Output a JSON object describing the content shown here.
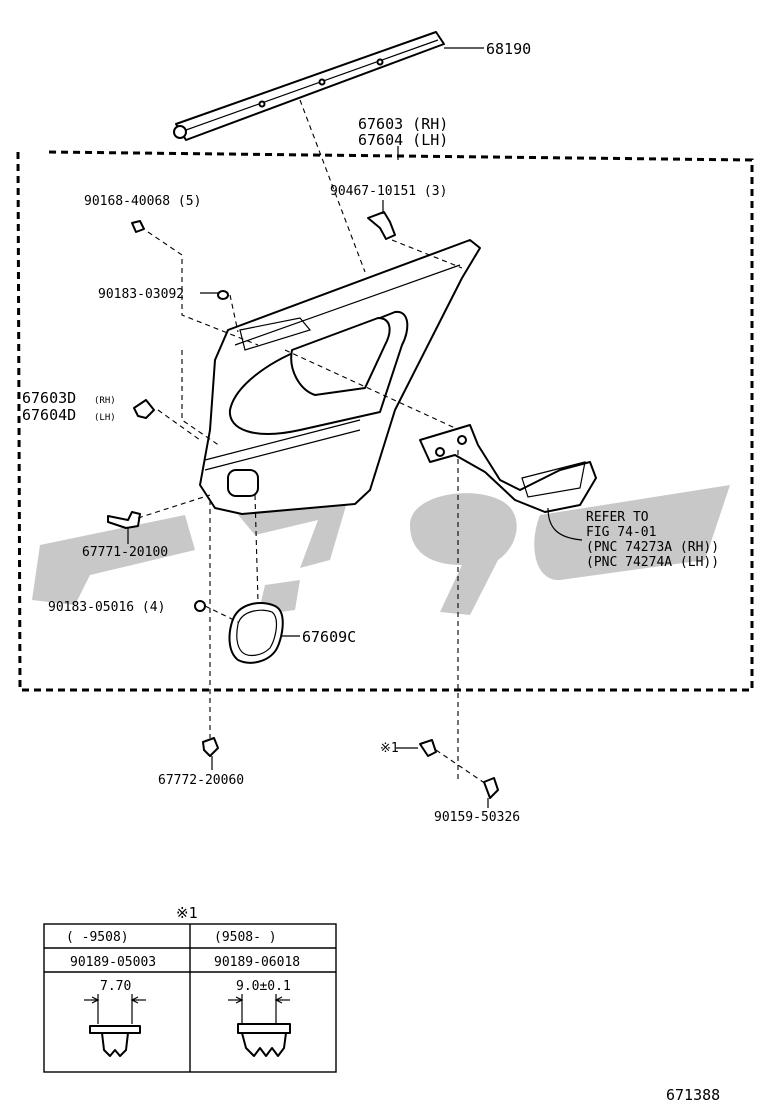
{
  "parts": {
    "moulding": "68190",
    "panel_rh": "67603 (RH)",
    "panel_lh": "67604 (LH)",
    "screw_top": "90168-40068 (5)",
    "clip_top": "90467-10151 (3)",
    "clip_small": "90183-03092",
    "board_rh": "67603D",
    "board_rh_side": "(RH)",
    "board_lh": "67604D",
    "board_lh_side": "(LH)",
    "cable": "67771-20100",
    "clip_low": "90183-05016 (4)",
    "cover": "67609C",
    "bolt_low": "67772-20060",
    "bolt_right": "90159-50326",
    "note_mark": "※1"
  },
  "refer": {
    "line1": "REFER TO",
    "line2": "FIG 74-01",
    "line3": "(PNC 74273A (RH))",
    "line4": "(PNC 74274A (LH))"
  },
  "note_table": {
    "title": "※1",
    "col1_range": "(      -9508)",
    "col2_range": "(9508-      )",
    "col1_part": "90189-05003",
    "col2_part": "90189-06018",
    "col1_dim": "7.70",
    "col2_dim": "9.0±0.1"
  },
  "figure_id": "671388"
}
